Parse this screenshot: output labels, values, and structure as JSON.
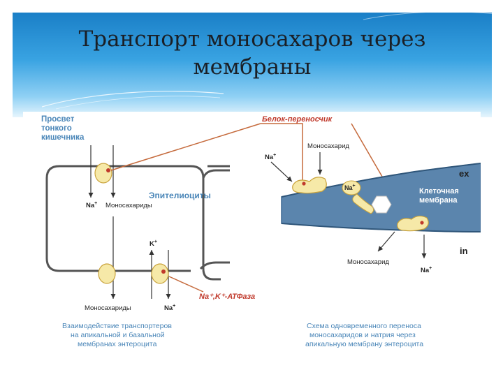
{
  "slide": {
    "title_line1": "Транспорт моносахаров через",
    "title_line2": "мембраны"
  },
  "figure": {
    "lumen_label": [
      "Просвет",
      "тонкого",
      "кишечника"
    ],
    "carrier_protein_label": "Белок-переносчик",
    "epithelium_label": "Эпителиоциты",
    "na_plus": "Na",
    "monosaccharides_top": "Моносахариды",
    "k_plus": "K",
    "pump_label": "Na⁺,K⁺-АТФаза",
    "monosaccharides_bottom": "Моносахариды",
    "na_bottom": "Na",
    "caption_left": [
      "Взаимодействие транспортеров",
      "на апикальной и базальной",
      "мембранах энтероцита"
    ],
    "na_ex": "Na",
    "monosaccharide_ex": "Моносахарид",
    "ex_label": "ex",
    "na_mid": "Na",
    "cell_membrane_label": [
      "Клеточная",
      "мембрана"
    ],
    "in_label": "in",
    "monosaccharide_in": "Моносахарид",
    "na_in": "Na",
    "caption_right": [
      "Схема одновременного переноса",
      "моносахаридов и натрия через",
      "апикальную мембрану энтероцита"
    ]
  },
  "colors": {
    "header_blue": "#2a90d6",
    "blue_label": "#4a86b8",
    "membrane_blue": "#5b85ad",
    "carrier_yellow": "#f6e9a8",
    "red_accent": "#c0392b",
    "link_line": "#c56a3c"
  }
}
